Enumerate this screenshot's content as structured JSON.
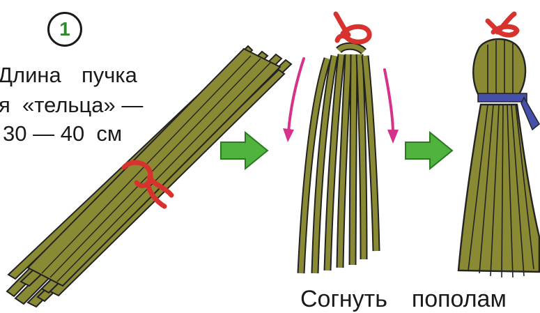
{
  "step_number": "1",
  "length_caption": {
    "line1": "Длина  пучка",
    "line2": "я  «тельца» —",
    "line3": "30 — 40  см"
  },
  "bend_caption": "Согнуть  пополам",
  "icons": [
    "straw-bundle-icon",
    "green-arrow-icon",
    "pink-arrow-icon",
    "red-string-icon",
    "blue-ribbon-icon"
  ],
  "colors": {
    "straw": "#8a8a34",
    "straw_outline": "#222222",
    "string": "#d8322e",
    "ribbon": "#4650a8",
    "motion_arrow": "#d6328a",
    "step_arrow": "#4fb33e",
    "step_number": "#2e8b2e"
  }
}
